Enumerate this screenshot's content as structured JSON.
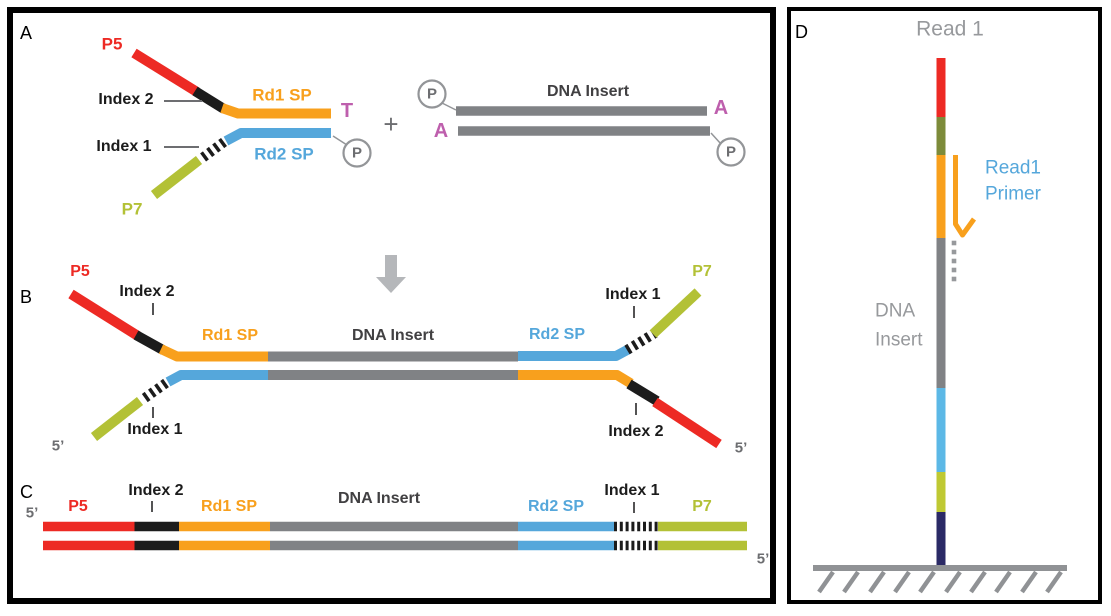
{
  "colors": {
    "red": "#ED2A24",
    "orange": "#F8A01D",
    "blue": "#55A7DB",
    "light_blue": "#5CB8E6",
    "olive": "#B3C136",
    "dark_olive": "#7D8B3A",
    "lime": "#BFC933",
    "navy": "#2B2A66",
    "gray_bar": "#808285",
    "gray_arrow": "#B5B7BA",
    "gray_surface": "#909295",
    "gray_text": "#6D6E71",
    "gray_label": "#97999C",
    "magenta": "#BE5FAD",
    "black": "#1C1C1C",
    "dark_text": "#414042",
    "circle_ring": "#939598"
  },
  "panel_a": {
    "label": "A",
    "p5": "P5",
    "index2": "Index 2",
    "index1": "Index 1",
    "p7": "P7",
    "rd1_sp": "Rd1 SP",
    "rd2_sp": "Rd2 SP",
    "t_overhang": "T",
    "phosphate": "P",
    "plus": "+",
    "dna_insert": "DNA Insert",
    "a_overhang_top": "A",
    "a_overhang_bottom": "A"
  },
  "panel_b": {
    "label": "B",
    "p5": "P5",
    "p7": "P7",
    "index2_left": "Index 2",
    "index1_left": "Index 1",
    "rd1_sp": "Rd1 SP",
    "dna_insert": "DNA Insert",
    "rd2_sp": "Rd2 SP",
    "index1_right": "Index 1",
    "index2_right": "Index 2",
    "five_prime_left": "5’",
    "five_prime_right": "5’"
  },
  "panel_c": {
    "label": "C",
    "five_prime_left": "5’",
    "five_prime_right": "5’",
    "p5": "P5",
    "index2": "Index 2",
    "rd1_sp": "Rd1 SP",
    "dna_insert": "DNA Insert",
    "rd2_sp": "Rd2 SP",
    "index1": "Index 1",
    "p7": "P7"
  },
  "panel_d": {
    "label": "D",
    "title": "Read 1",
    "primer_line1": "Read1",
    "primer_line2": "Primer",
    "insert_line1": "DNA",
    "insert_line2": "Insert"
  }
}
